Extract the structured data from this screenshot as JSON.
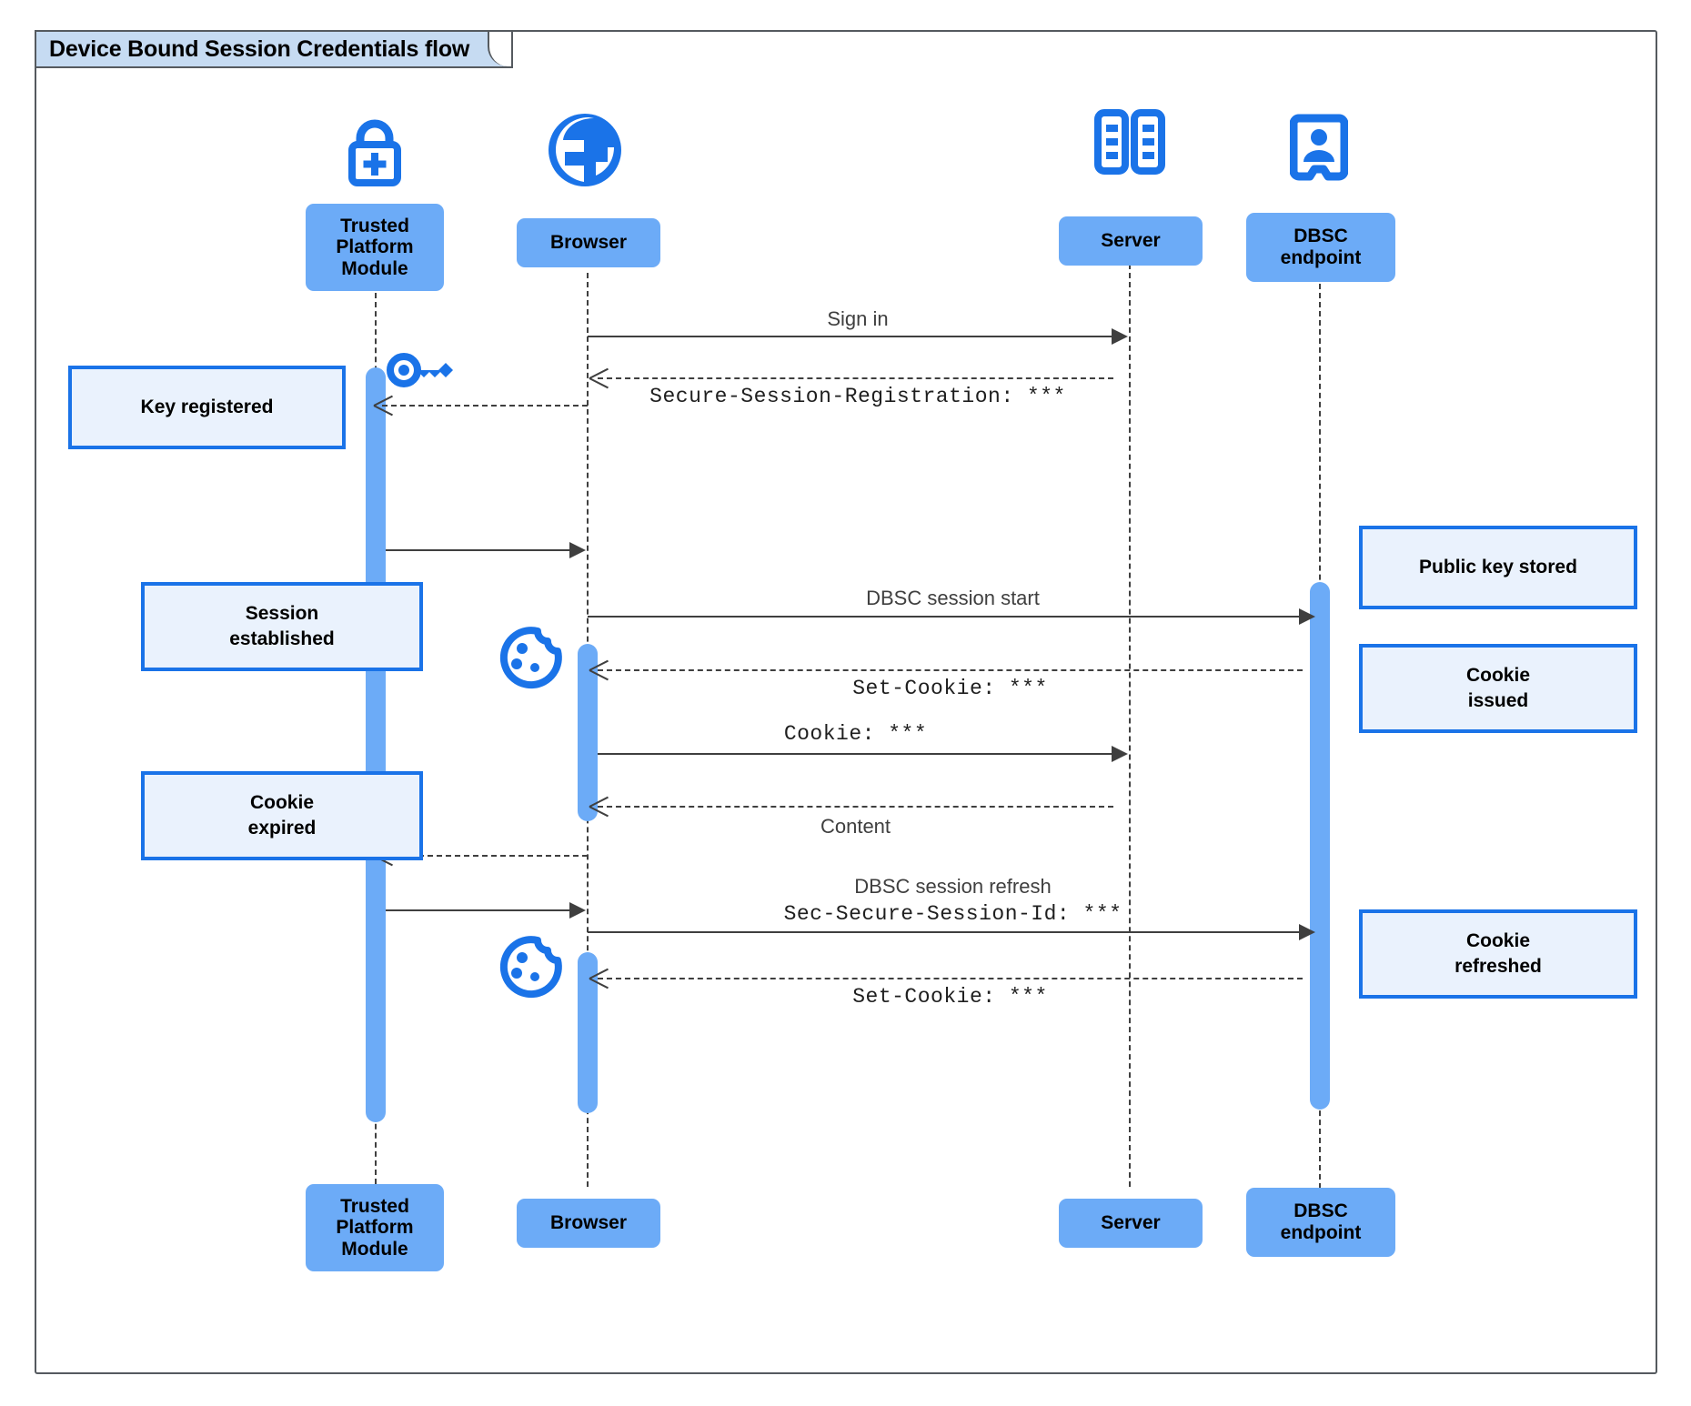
{
  "frame": {
    "title": "Device Bound Session Credentials flow"
  },
  "colors": {
    "participant_fill": "#6cabf7",
    "icon_blue": "#1a73e8",
    "note_fill": "#eaf2fd",
    "note_border": "#1a73e8",
    "line": "#3f3f3f",
    "frame_title_fill": "#c6dbf2"
  },
  "participants": [
    {
      "id": "tpm",
      "label": "Trusted\nPlatform\nModule",
      "label_line1": "Trusted",
      "label_line2": "Platform",
      "label_line3": "Module",
      "icon": "padlock-plus-icon"
    },
    {
      "id": "browser",
      "label": "Browser",
      "icon": "globe-icon"
    },
    {
      "id": "server",
      "label": "Server",
      "icon": "server-rack-icon"
    },
    {
      "id": "dbsc",
      "label": "DBSC\nendpoint",
      "label_line1": "DBSC",
      "label_line2": "endpoint",
      "icon": "id-badge-icon"
    }
  ],
  "messages": [
    {
      "id": "m1",
      "label": "Sign in",
      "style": "sans",
      "from": "browser",
      "to": "server",
      "line": "solid",
      "direction": "right"
    },
    {
      "id": "m2",
      "label": "Secure-Session-Registration: ***",
      "style": "mono",
      "from": "server",
      "to": "browser",
      "line": "dashed",
      "direction": "left"
    },
    {
      "id": "m3",
      "label": "DBSC session start",
      "style": "sans",
      "from": "browser",
      "to": "dbsc",
      "line": "solid",
      "direction": "right"
    },
    {
      "id": "m4",
      "label": "Set-Cookie: ***",
      "style": "mono",
      "from": "dbsc",
      "to": "browser",
      "line": "dashed",
      "direction": "left"
    },
    {
      "id": "m5",
      "label": "Cookie: ***",
      "style": "mono",
      "from": "browser",
      "to": "server",
      "line": "solid",
      "direction": "right"
    },
    {
      "id": "m6",
      "label": "Content",
      "style": "sans",
      "from": "server",
      "to": "browser",
      "line": "dashed",
      "direction": "left"
    },
    {
      "id": "m7",
      "label": "DBSC session refresh",
      "style": "sans",
      "from": "browser",
      "to": "dbsc",
      "line": "solid",
      "direction": "right"
    },
    {
      "id": "m7b",
      "label": "Sec-Secure-Session-Id: ***",
      "style": "mono",
      "from": "browser",
      "to": "dbsc",
      "line": "solid",
      "direction": "right"
    },
    {
      "id": "m8",
      "label": "Set-Cookie: ***",
      "style": "mono",
      "from": "dbsc",
      "to": "browser",
      "line": "dashed",
      "direction": "left"
    }
  ],
  "notes": [
    {
      "id": "n1",
      "text": "Key registered",
      "line1": "Key registered",
      "line2": "",
      "side": "left"
    },
    {
      "id": "n2",
      "text": "Session established",
      "line1": "Session",
      "line2": "established",
      "side": "left"
    },
    {
      "id": "n3",
      "text": "Cookie expired",
      "line1": "Cookie",
      "line2": "expired",
      "side": "left"
    },
    {
      "id": "n4",
      "text": "Public key stored",
      "line1": "Public key stored",
      "line2": "",
      "side": "right"
    },
    {
      "id": "n5",
      "text": "Cookie issued",
      "line1": "Cookie",
      "line2": "issued",
      "side": "right"
    },
    {
      "id": "n6",
      "text": "Cookie refreshed",
      "line1": "Cookie",
      "line2": "refreshed",
      "side": "right"
    }
  ],
  "inline_icons": [
    {
      "id": "key",
      "name": "key-icon"
    },
    {
      "id": "cookie1",
      "name": "cookie-icon"
    },
    {
      "id": "cookie2",
      "name": "cookie-icon"
    }
  ]
}
